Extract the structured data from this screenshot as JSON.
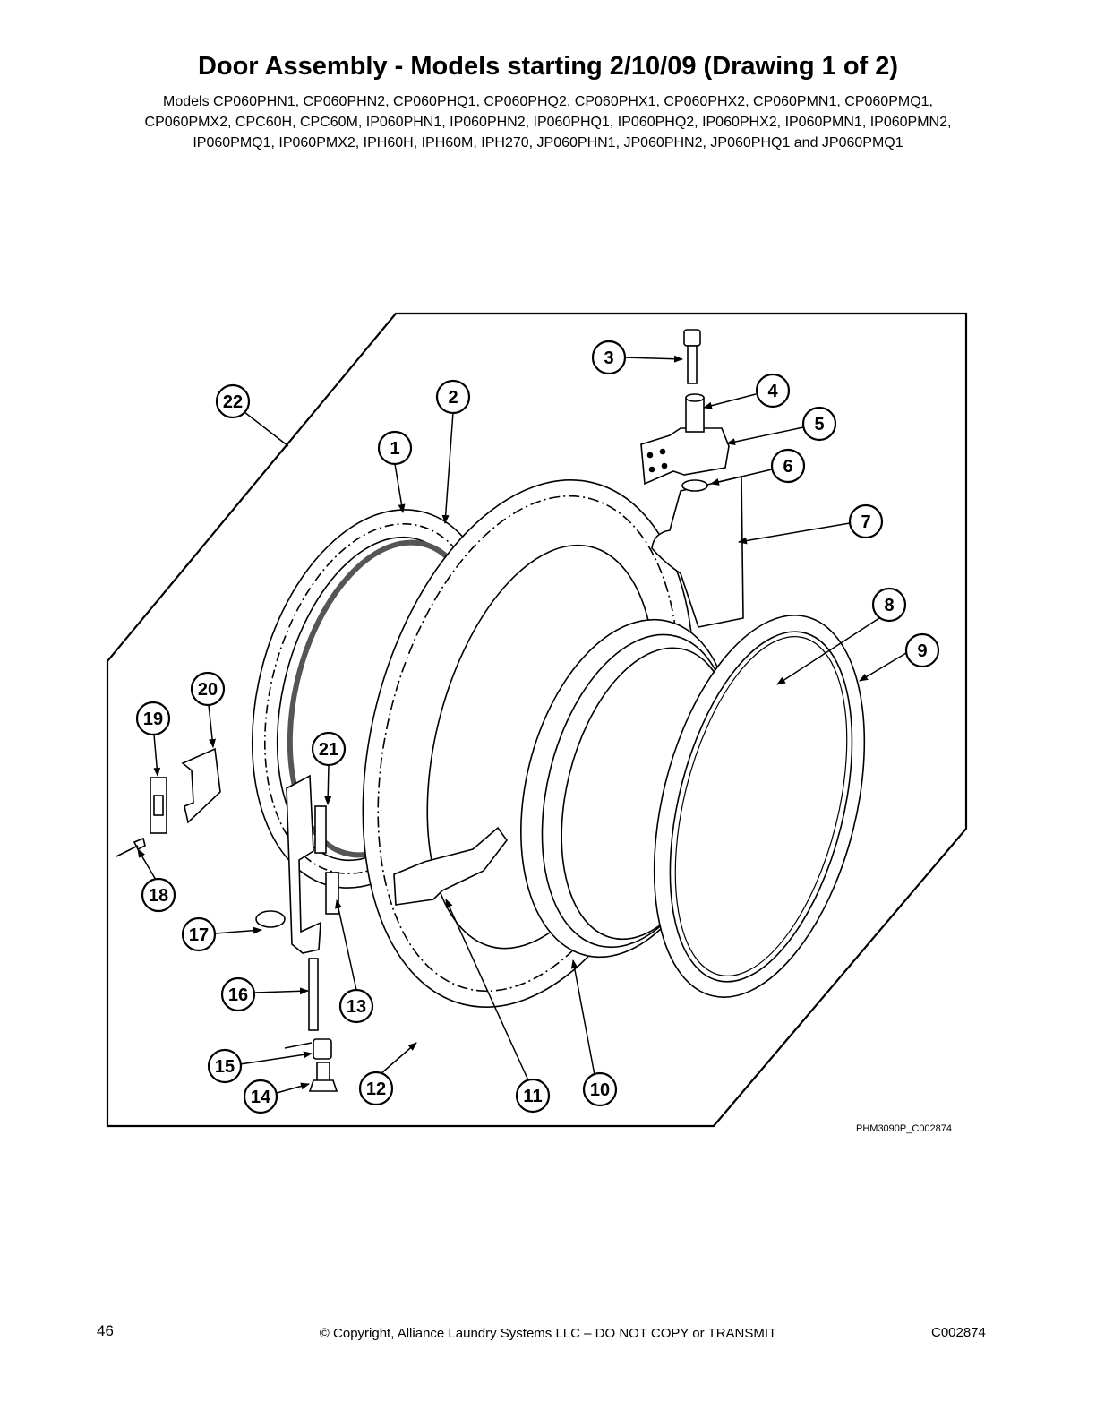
{
  "page": {
    "title": "Door Assembly - Models starting 2/10/09 (Drawing 1 of 2)",
    "models_lines": [
      "Models CP060PHN1, CP060PHN2, CP060PHQ1, CP060PHQ2, CP060PHX1, CP060PHX2, CP060PMN1, CP060PMQ1,",
      "CP060PMX2, CPC60H, CPC60M, IP060PHN1, IP060PHN2, IP060PHQ1, IP060PHQ2, IP060PHX2, IP060PMN1, IP060PMN2,",
      "IP060PMQ1, IP060PMX2, IPH60H, IPH60M, IPH270, JP060PHN1, JP060PHN2, JP060PHQ1 and JP060PMQ1"
    ],
    "drawing_id": "PHM3090P_C002874"
  },
  "callouts": [
    "1",
    "2",
    "3",
    "4",
    "5",
    "6",
    "7",
    "8",
    "9",
    "10",
    "11",
    "12",
    "13",
    "14",
    "15",
    "16",
    "17",
    "18",
    "19",
    "20",
    "21",
    "22"
  ],
  "footer": {
    "page_number": "46",
    "copyright": "© Copyright, Alliance Laundry Systems LLC – DO NOT COPY or TRANSMIT",
    "doc_code": "C002874"
  }
}
